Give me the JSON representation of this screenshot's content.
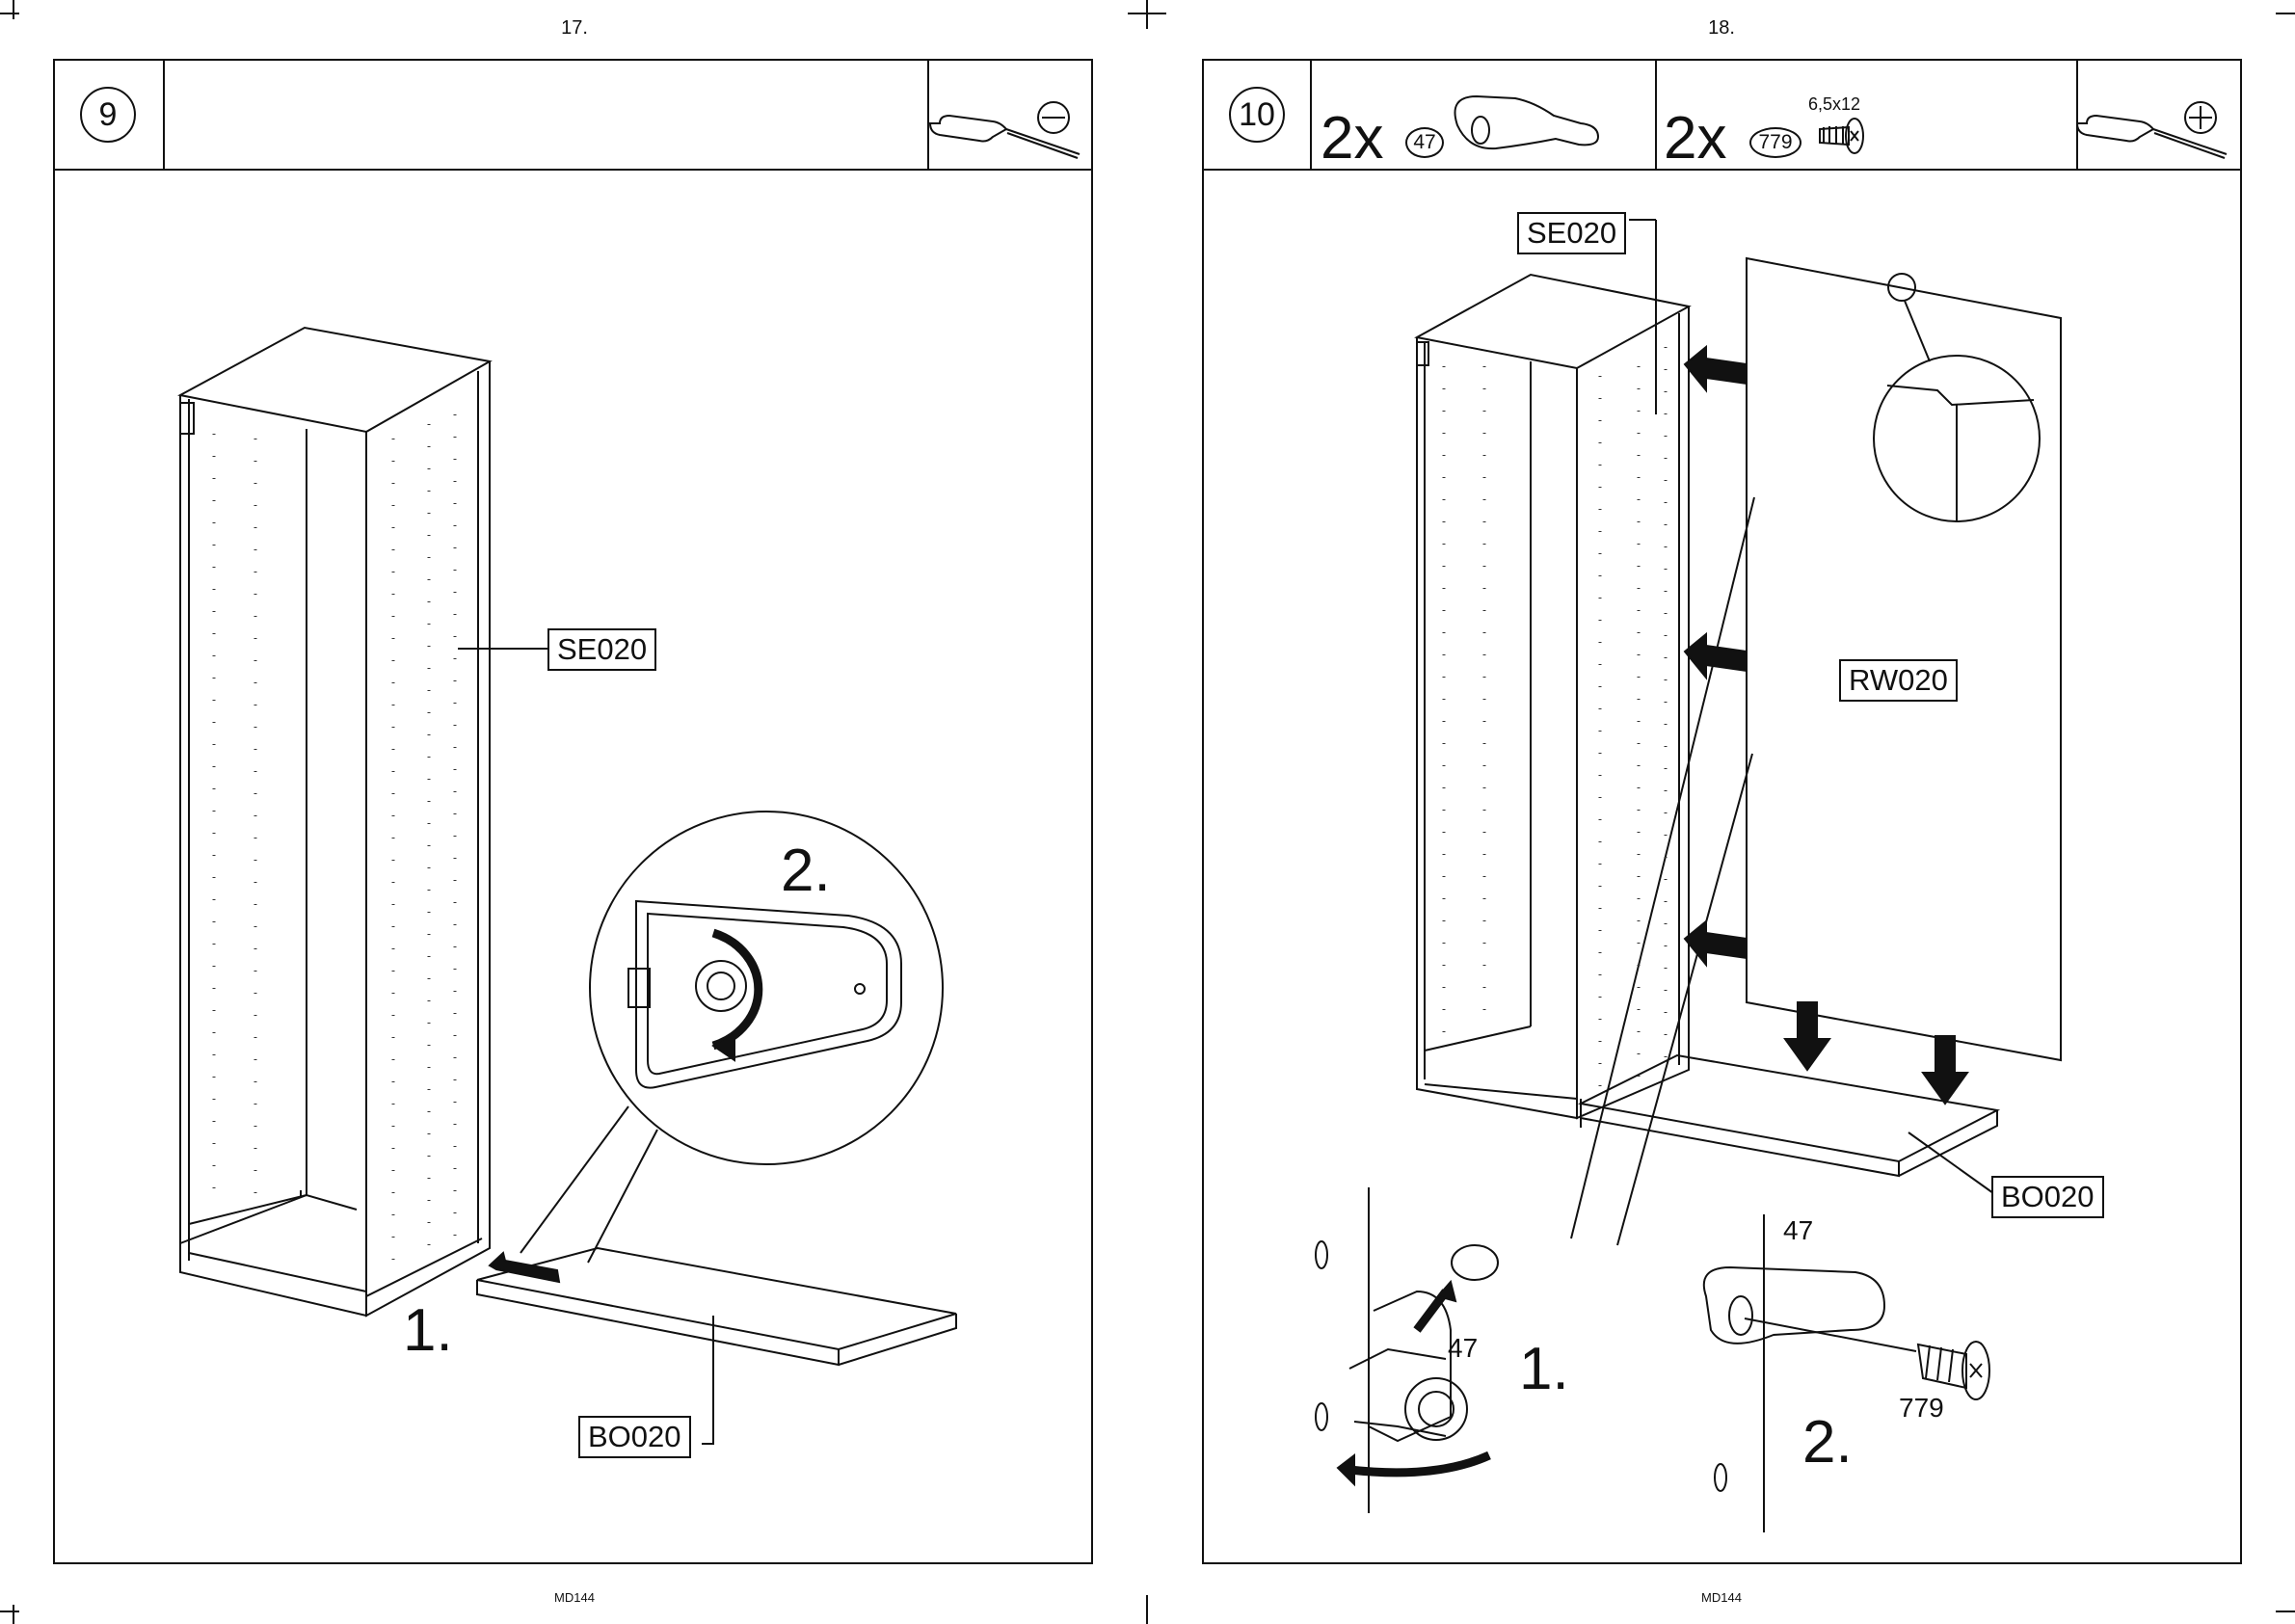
{
  "pages": [
    {
      "page_number": "17.",
      "footer": "MD144",
      "step": "9",
      "labels": {
        "side": "SE020",
        "bottom": "BO020"
      },
      "steps": {
        "one": "1.",
        "two": "2."
      },
      "tool": "flat-screwdriver"
    },
    {
      "page_number": "18.",
      "footer": "MD144",
      "step": "10",
      "parts": [
        {
          "qty": "2x",
          "part": "47"
        },
        {
          "qty": "2x",
          "part": "779",
          "spec": "6,5x12"
        }
      ],
      "labels": {
        "side": "SE020",
        "back": "RW020",
        "bottom": "BO020"
      },
      "steps": {
        "one": "1.",
        "two": "2."
      },
      "callouts": {
        "cam": "47",
        "cam_detail": "47",
        "screw": "779"
      },
      "tool": "phillips-screwdriver"
    }
  ]
}
